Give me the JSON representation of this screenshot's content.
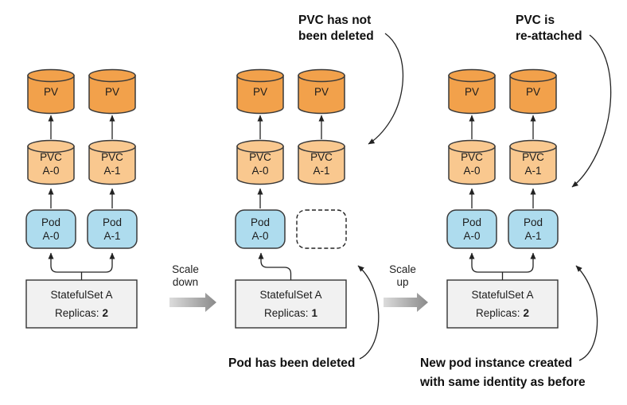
{
  "figure": {
    "panels": [
      {
        "name": "initial",
        "pvs": [
          "PV",
          "PV"
        ],
        "pvcs": [
          {
            "l1": "PVC",
            "l2": "A-0"
          },
          {
            "l1": "PVC",
            "l2": "A-1"
          }
        ],
        "pods": [
          {
            "l1": "Pod",
            "l2": "A-0"
          },
          {
            "l1": "Pod",
            "l2": "A-1"
          }
        ],
        "box": {
          "title": "StatefulSet A",
          "replicas_label": "Replicas:",
          "replicas_value": "2"
        }
      },
      {
        "name": "scaled-down",
        "pvs": [
          "PV",
          "PV"
        ],
        "pvcs": [
          {
            "l1": "PVC",
            "l2": "A-0"
          },
          {
            "l1": "PVC",
            "l2": "A-1"
          }
        ],
        "pods": [
          {
            "l1": "Pod",
            "l2": "A-0"
          }
        ],
        "box": {
          "title": "StatefulSet A",
          "replicas_label": "Replicas:",
          "replicas_value": "1"
        }
      },
      {
        "name": "scaled-up",
        "pvs": [
          "PV",
          "PV"
        ],
        "pvcs": [
          {
            "l1": "PVC",
            "l2": "A-0"
          },
          {
            "l1": "PVC",
            "l2": "A-1"
          }
        ],
        "pods": [
          {
            "l1": "Pod",
            "l2": "A-0"
          },
          {
            "l1": "Pod",
            "l2": "A-1"
          }
        ],
        "box": {
          "title": "StatefulSet A",
          "replicas_label": "Replicas:",
          "replicas_value": "2"
        }
      }
    ],
    "transitions": [
      {
        "l1": "Scale",
        "l2": "down"
      },
      {
        "l1": "Scale",
        "l2": "up"
      }
    ],
    "annotations": {
      "pvc_not_deleted": {
        "l1": "PVC has not",
        "l2": "been deleted"
      },
      "pvc_reattached": {
        "l1": "PVC is",
        "l2": "re-attached"
      },
      "pod_deleted": {
        "l1": "Pod has been deleted"
      },
      "new_pod": {
        "l1": "New pod instance created",
        "l2": "with same identity as before"
      }
    },
    "colors": {
      "pv_fill": "#F2A14B",
      "pvc_fill": "#F9C88F",
      "pod_fill": "#AEDCEE",
      "box_fill": "#F1F1F1",
      "outline": "#3A3A3A",
      "arrow": "#222222"
    }
  }
}
